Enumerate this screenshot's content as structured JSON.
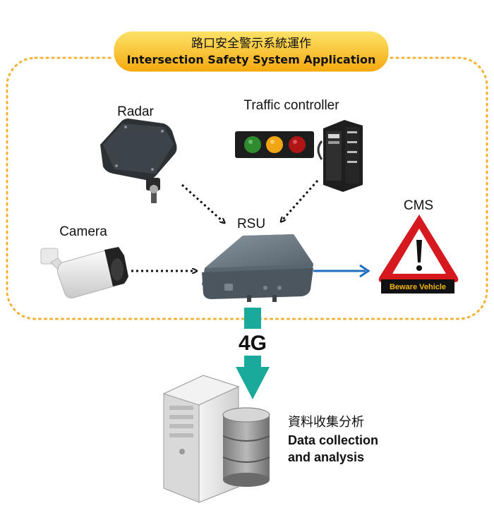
{
  "title": {
    "chinese": "路口安全警示系統運作",
    "english": "Intersection Safety System Application"
  },
  "nodes": {
    "radar": "Radar",
    "traffic_controller": "Traffic controller",
    "camera": "Camera",
    "rsu": "RSU",
    "cms": "CMS",
    "cms_sign": "Beware Vehicle",
    "link": "4G",
    "data_zh": "資料收集分析",
    "data_en_line1": "Data collection",
    "data_en_line2": "and analysis"
  },
  "colors": {
    "boundary": "#f2b233",
    "title_pill": "#f9c21b",
    "uplink_arrow": "#1aaa9c",
    "output_arrow": "#1f6fbf",
    "warning_red": "#d6191f",
    "rsu_body": "#6c7a84"
  },
  "icons": [
    "radar-icon",
    "traffic-light-icon",
    "controller-cabinet-icon",
    "camera-icon",
    "rsu-icon",
    "warning-sign-icon",
    "server-icon",
    "database-icon"
  ]
}
